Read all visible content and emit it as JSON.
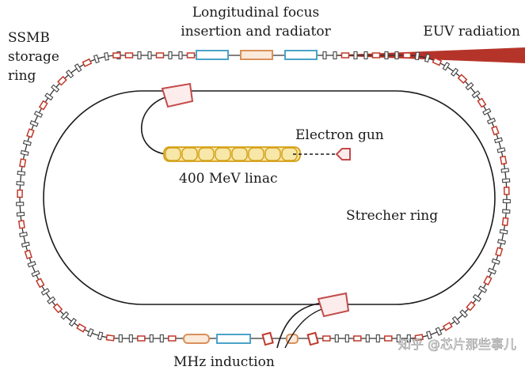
{
  "labels": {
    "storage_ring_line1": "SSMB",
    "storage_ring_line2": "storage",
    "storage_ring_line3": "ring",
    "focus_line1": "Longitudinal focus",
    "focus_line2": "insertion and radiator",
    "euv": "EUV radiation",
    "electron_gun": "Electron gun",
    "linac": "400 MeV linac",
    "stretcher": "Strecher ring",
    "mhz": "MHz induction"
  },
  "watermark": "知乎 @芯片那些事儿",
  "colors": {
    "ring_line": "#333333",
    "magnet_red": "#c0392b",
    "magnet_dark": "#444444",
    "euv_beam": "#b5342a",
    "linac_fill": "#f7e7a8",
    "linac_stroke": "#d4a017",
    "undulator_blue": "#4aa3c8",
    "undulator_orange": "#d9905a",
    "bend_magnet": "#c44a4a"
  }
}
